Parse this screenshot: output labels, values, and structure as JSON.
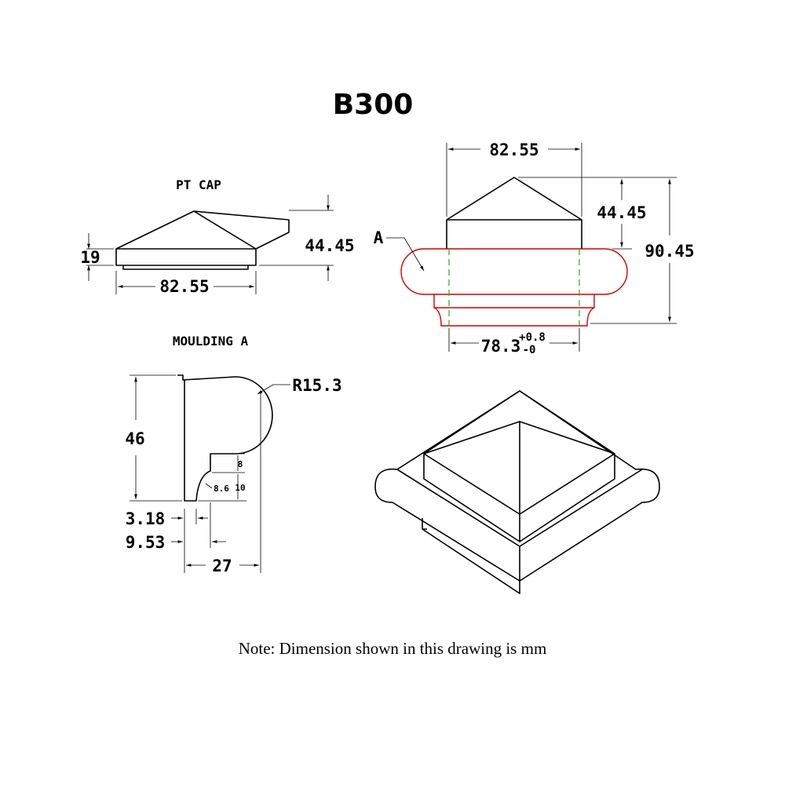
{
  "title": "B300",
  "pt_cap": {
    "label": "PT CAP",
    "dim_height_total": "44.45",
    "dim_base_height": "19",
    "dim_width": "82.55"
  },
  "moulding": {
    "label": "MOULDING A",
    "dim_height": "46",
    "dim_radius": "R15.3",
    "dim_8": "8",
    "dim_8_6": "8.6",
    "dim_10": "10",
    "dim_3_18": "3.18",
    "dim_9_53": "9.53",
    "dim_27": "27"
  },
  "assembly": {
    "dim_top_width": "82.55",
    "dim_cap_height": "44.45",
    "dim_total_height": "90.45",
    "callout_a": "A",
    "dim_bottom_base": "78.3",
    "dim_bottom_tol_plus": "+0.8",
    "dim_bottom_tol_minus": "-0"
  },
  "note": "Note: Dimension shown in this drawing is mm",
  "colors": {
    "moulding_outline": "#d40000",
    "post_hidden_line": "#22aa22"
  }
}
